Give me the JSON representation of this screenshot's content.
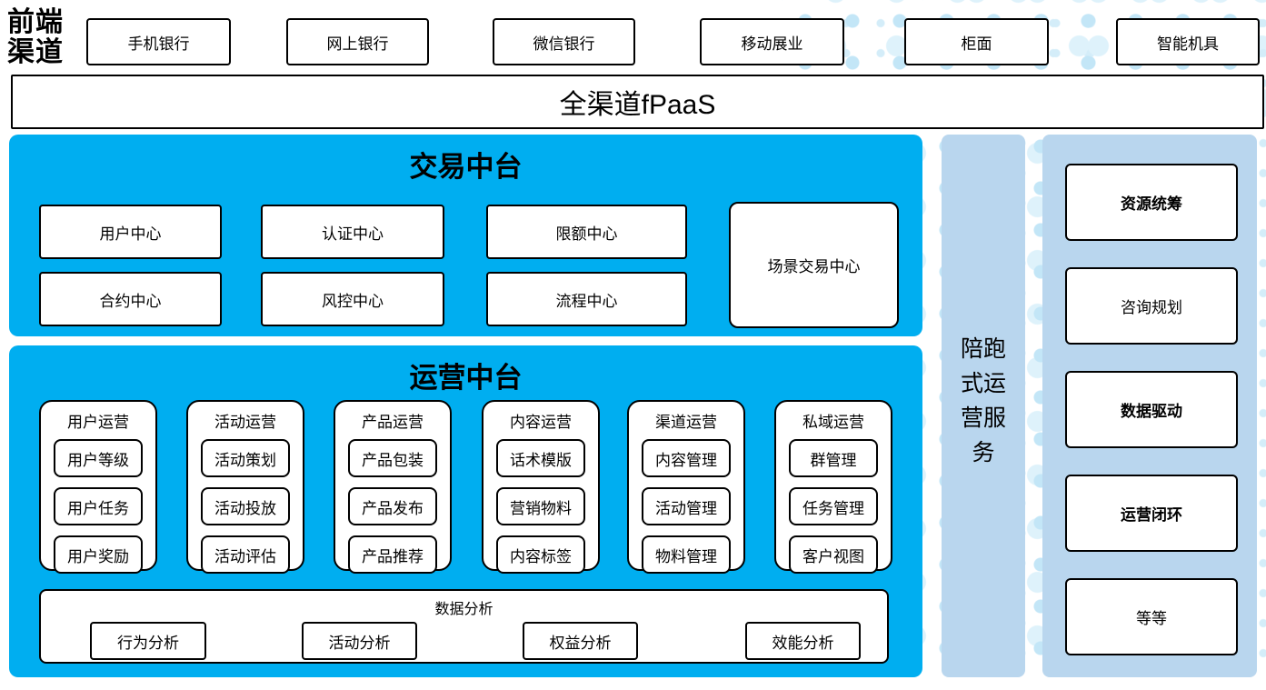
{
  "front_channels": {
    "label": "前端渠道",
    "items": [
      "手机银行",
      "网上银行",
      "微信银行",
      "移动展业",
      "柜面",
      "智能机具"
    ]
  },
  "fpaas": {
    "label": "全渠道fPaaS"
  },
  "transaction_platform": {
    "title": "交易中台",
    "boxes": {
      "user": "用户中心",
      "auth": "认证中心",
      "limit": "限额中心",
      "contract": "合约中心",
      "risk": "风控中心",
      "flow": "流程中心",
      "scene": "场景交易中心"
    }
  },
  "operation_platform": {
    "title": "运营中台",
    "groups": [
      {
        "title": "用户运营",
        "items": [
          "用户等级",
          "用户任务",
          "用户奖励"
        ]
      },
      {
        "title": "活动运营",
        "items": [
          "活动策划",
          "活动投放",
          "活动评估"
        ]
      },
      {
        "title": "产品运营",
        "items": [
          "产品包装",
          "产品发布",
          "产品推荐"
        ]
      },
      {
        "title": "内容运营",
        "items": [
          "话术模版",
          "营销物料",
          "内容标签"
        ]
      },
      {
        "title": "渠道运营",
        "items": [
          "内容管理",
          "活动管理",
          "物料管理"
        ]
      },
      {
        "title": "私域运营",
        "items": [
          "群管理",
          "任务管理",
          "客户视图"
        ]
      }
    ],
    "analysis": {
      "title": "数据分析",
      "items": [
        "行为分析",
        "活动分析",
        "权益分析",
        "效能分析"
      ]
    }
  },
  "side_service": {
    "label": "陪跑式运营服务"
  },
  "right_column": {
    "items": [
      "资源统筹",
      "咨询规划",
      "数据驱动",
      "运营闭环",
      "等等"
    ]
  },
  "colors": {
    "accent_blue": "#00AEF0",
    "light_blue": "#B9D6EE",
    "dot_light": "#DEF2FB",
    "dot_mid": "#C3E6F7",
    "border": "#000000"
  }
}
